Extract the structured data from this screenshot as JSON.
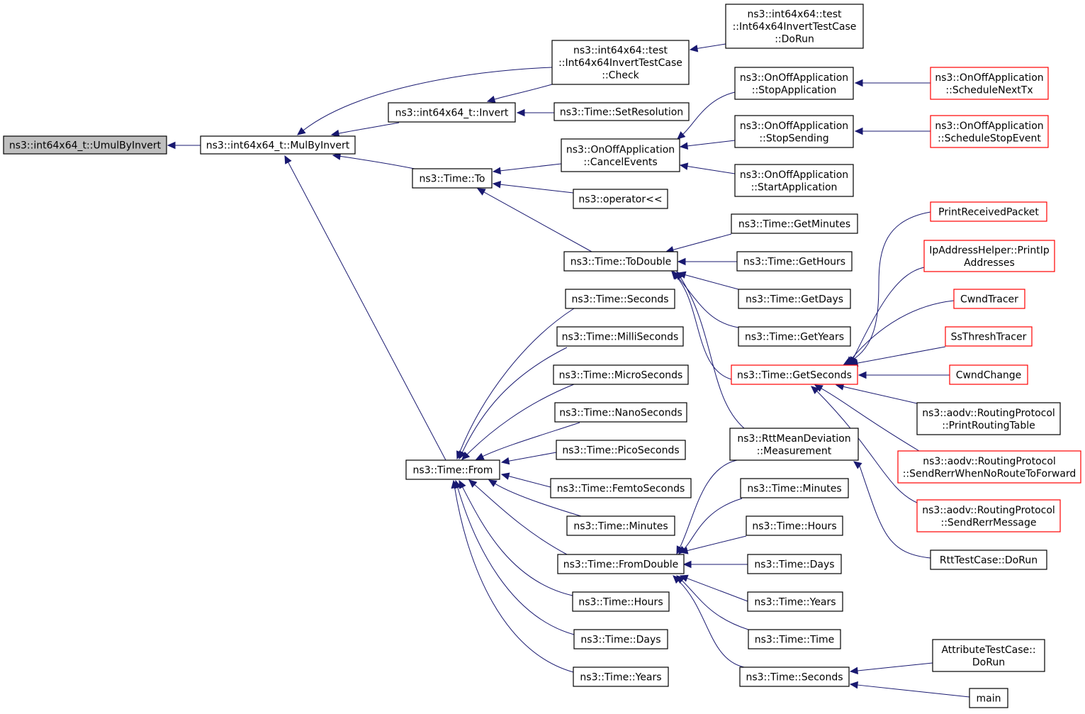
{
  "colors": {
    "edge": "#191970",
    "node_border": "#000000",
    "node_border_truncated": "#ff0000",
    "node_fill": "#ffffff",
    "root_fill": "#bfbfbf"
  },
  "nodes": [
    {
      "id": "umul",
      "lines": [
        "ns3::int64x64_t::UmulByInvert"
      ],
      "kind": "root"
    },
    {
      "id": "mulbyinv",
      "lines": [
        "ns3::int64x64_t::MulByInvert"
      ],
      "kind": "normal"
    },
    {
      "id": "check",
      "lines": [
        "ns3::int64x64::test",
        "::Int64x64InvertTestCase",
        "::Check"
      ],
      "kind": "normal"
    },
    {
      "id": "dorun1",
      "lines": [
        "ns3::int64x64::test",
        "::Int64x64InvertTestCase",
        "::DoRun"
      ],
      "kind": "normal"
    },
    {
      "id": "invert",
      "lines": [
        "ns3::int64x64_t::Invert"
      ],
      "kind": "normal"
    },
    {
      "id": "setres",
      "lines": [
        "ns3::Time::SetResolution"
      ],
      "kind": "normal"
    },
    {
      "id": "to",
      "lines": [
        "ns3::Time::To"
      ],
      "kind": "normal"
    },
    {
      "id": "cancel",
      "lines": [
        "ns3::OnOffApplication",
        "::CancelEvents"
      ],
      "kind": "normal"
    },
    {
      "id": "stopapp",
      "lines": [
        "ns3::OnOffApplication",
        "::StopApplication"
      ],
      "kind": "normal"
    },
    {
      "id": "schednext",
      "lines": [
        "ns3::OnOffApplication",
        "::ScheduleNextTx"
      ],
      "kind": "truncated"
    },
    {
      "id": "stopsend",
      "lines": [
        "ns3::OnOffApplication",
        "::StopSending"
      ],
      "kind": "normal"
    },
    {
      "id": "schedstop",
      "lines": [
        "ns3::OnOffApplication",
        "::ScheduleStopEvent"
      ],
      "kind": "truncated"
    },
    {
      "id": "startapp",
      "lines": [
        "ns3::OnOffApplication",
        "::StartApplication"
      ],
      "kind": "normal"
    },
    {
      "id": "oplt",
      "lines": [
        "ns3::operator<<"
      ],
      "kind": "normal"
    },
    {
      "id": "todouble",
      "lines": [
        "ns3::Time::ToDouble"
      ],
      "kind": "normal"
    },
    {
      "id": "getmin",
      "lines": [
        "ns3::Time::GetMinutes"
      ],
      "kind": "normal"
    },
    {
      "id": "gethours",
      "lines": [
        "ns3::Time::GetHours"
      ],
      "kind": "normal"
    },
    {
      "id": "getdays",
      "lines": [
        "ns3::Time::GetDays"
      ],
      "kind": "normal"
    },
    {
      "id": "getyears",
      "lines": [
        "ns3::Time::GetYears"
      ],
      "kind": "normal"
    },
    {
      "id": "getsec",
      "lines": [
        "ns3::Time::GetSeconds"
      ],
      "kind": "truncated"
    },
    {
      "id": "printrecv",
      "lines": [
        "PrintReceivedPacket"
      ],
      "kind": "truncated"
    },
    {
      "id": "ipaddr",
      "lines": [
        "IpAddressHelper::PrintIp",
        "Addresses"
      ],
      "kind": "truncated"
    },
    {
      "id": "cwndtracer",
      "lines": [
        "CwndTracer"
      ],
      "kind": "truncated"
    },
    {
      "id": "ssthresh",
      "lines": [
        "SsThreshTracer"
      ],
      "kind": "truncated"
    },
    {
      "id": "cwndchange",
      "lines": [
        "CwndChange"
      ],
      "kind": "truncated"
    },
    {
      "id": "printrt",
      "lines": [
        "ns3::aodv::RoutingProtocol",
        "::PrintRoutingTable"
      ],
      "kind": "normal"
    },
    {
      "id": "senderrfwd",
      "lines": [
        "ns3::aodv::RoutingProtocol",
        "::SendRerrWhenNoRouteToForward"
      ],
      "kind": "truncated"
    },
    {
      "id": "senderrmsg",
      "lines": [
        "ns3::aodv::RoutingProtocol",
        "::SendRerrMessage"
      ],
      "kind": "truncated"
    },
    {
      "id": "rtttest",
      "lines": [
        "RttTestCase::DoRun"
      ],
      "kind": "normal"
    },
    {
      "id": "rttmean",
      "lines": [
        "ns3::RttMeanDeviation",
        "::Measurement"
      ],
      "kind": "normal"
    },
    {
      "id": "seconds1",
      "lines": [
        "ns3::Time::Seconds"
      ],
      "kind": "normal"
    },
    {
      "id": "milli",
      "lines": [
        "ns3::Time::MilliSeconds"
      ],
      "kind": "normal"
    },
    {
      "id": "micro",
      "lines": [
        "ns3::Time::MicroSeconds"
      ],
      "kind": "normal"
    },
    {
      "id": "nano",
      "lines": [
        "ns3::Time::NanoSeconds"
      ],
      "kind": "normal"
    },
    {
      "id": "pico",
      "lines": [
        "ns3::Time::PicoSeconds"
      ],
      "kind": "normal"
    },
    {
      "id": "from",
      "lines": [
        "ns3::Time::From"
      ],
      "kind": "normal"
    },
    {
      "id": "femto",
      "lines": [
        "ns3::Time::FemtoSeconds"
      ],
      "kind": "normal"
    },
    {
      "id": "minutes1",
      "lines": [
        "ns3::Time::Minutes"
      ],
      "kind": "normal"
    },
    {
      "id": "fromdouble",
      "lines": [
        "ns3::Time::FromDouble"
      ],
      "kind": "normal"
    },
    {
      "id": "hours1",
      "lines": [
        "ns3::Time::Hours"
      ],
      "kind": "normal"
    },
    {
      "id": "days1",
      "lines": [
        "ns3::Time::Days"
      ],
      "kind": "normal"
    },
    {
      "id": "years1",
      "lines": [
        "ns3::Time::Years"
      ],
      "kind": "normal"
    },
    {
      "id": "minutes2",
      "lines": [
        "ns3::Time::Minutes"
      ],
      "kind": "normal"
    },
    {
      "id": "hours2",
      "lines": [
        "ns3::Time::Hours"
      ],
      "kind": "normal"
    },
    {
      "id": "days2",
      "lines": [
        "ns3::Time::Days"
      ],
      "kind": "normal"
    },
    {
      "id": "years2",
      "lines": [
        "ns3::Time::Years"
      ],
      "kind": "normal"
    },
    {
      "id": "timector",
      "lines": [
        "ns3::Time::Time"
      ],
      "kind": "normal"
    },
    {
      "id": "seconds2",
      "lines": [
        "ns3::Time::Seconds"
      ],
      "kind": "normal"
    },
    {
      "id": "attrtest",
      "lines": [
        "AttributeTestCase::",
        "DoRun"
      ],
      "kind": "normal"
    },
    {
      "id": "main",
      "lines": [
        "main"
      ],
      "kind": "normal"
    }
  ],
  "edges": [
    {
      "from": "mulbyinv",
      "to": "umul"
    },
    {
      "from": "check",
      "to": "mulbyinv"
    },
    {
      "from": "invert",
      "to": "mulbyinv"
    },
    {
      "from": "to",
      "to": "mulbyinv"
    },
    {
      "from": "from",
      "to": "mulbyinv"
    },
    {
      "from": "dorun1",
      "to": "check"
    },
    {
      "from": "check",
      "to": "invert"
    },
    {
      "from": "setres",
      "to": "invert"
    },
    {
      "from": "cancel",
      "to": "to"
    },
    {
      "from": "oplt",
      "to": "to"
    },
    {
      "from": "todouble",
      "to": "to"
    },
    {
      "from": "stopapp",
      "to": "cancel"
    },
    {
      "from": "stopsend",
      "to": "cancel"
    },
    {
      "from": "startapp",
      "to": "cancel"
    },
    {
      "from": "schednext",
      "to": "stopapp"
    },
    {
      "from": "schedstop",
      "to": "stopsend"
    },
    {
      "from": "getmin",
      "to": "todouble"
    },
    {
      "from": "gethours",
      "to": "todouble"
    },
    {
      "from": "getdays",
      "to": "todouble"
    },
    {
      "from": "getyears",
      "to": "todouble"
    },
    {
      "from": "getsec",
      "to": "todouble"
    },
    {
      "from": "rttmean",
      "to": "todouble"
    },
    {
      "from": "printrecv",
      "to": "getsec"
    },
    {
      "from": "ipaddr",
      "to": "getsec"
    },
    {
      "from": "cwndtracer",
      "to": "getsec"
    },
    {
      "from": "ssthresh",
      "to": "getsec"
    },
    {
      "from": "cwndchange",
      "to": "getsec"
    },
    {
      "from": "printrt",
      "to": "getsec"
    },
    {
      "from": "senderrfwd",
      "to": "getsec"
    },
    {
      "from": "senderrmsg",
      "to": "getsec"
    },
    {
      "from": "rtttest",
      "to": "rttmean"
    },
    {
      "from": "seconds1",
      "to": "from"
    },
    {
      "from": "milli",
      "to": "from"
    },
    {
      "from": "micro",
      "to": "from"
    },
    {
      "from": "nano",
      "to": "from"
    },
    {
      "from": "pico",
      "to": "from"
    },
    {
      "from": "femto",
      "to": "from"
    },
    {
      "from": "minutes1",
      "to": "from"
    },
    {
      "from": "fromdouble",
      "to": "from"
    },
    {
      "from": "hours1",
      "to": "from"
    },
    {
      "from": "days1",
      "to": "from"
    },
    {
      "from": "years1",
      "to": "from"
    },
    {
      "from": "rttmean",
      "to": "fromdouble"
    },
    {
      "from": "minutes2",
      "to": "fromdouble"
    },
    {
      "from": "hours2",
      "to": "fromdouble"
    },
    {
      "from": "days2",
      "to": "fromdouble"
    },
    {
      "from": "years2",
      "to": "fromdouble"
    },
    {
      "from": "timector",
      "to": "fromdouble"
    },
    {
      "from": "seconds2",
      "to": "fromdouble"
    },
    {
      "from": "attrtest",
      "to": "seconds2"
    },
    {
      "from": "main",
      "to": "seconds2"
    }
  ]
}
